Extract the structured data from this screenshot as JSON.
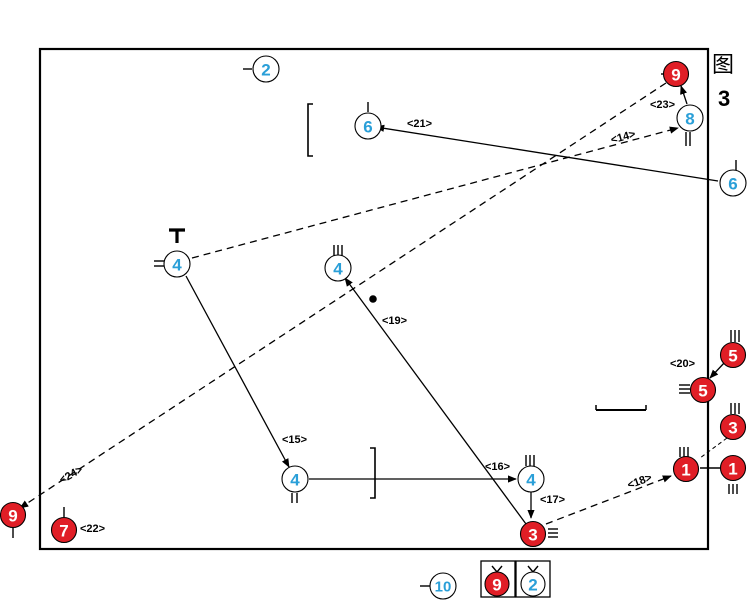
{
  "figure": {
    "title": "图",
    "number": "3"
  },
  "colors": {
    "blue_team": "#2a9fd8",
    "red_team": "#e01e26",
    "line": "#000000"
  },
  "players": {
    "b2_top": "2",
    "b6_mid": "6",
    "b8": "8",
    "b6_right": "6",
    "b4_left": "4",
    "b4_center": "4",
    "b4_low": "4",
    "b4_br": "4",
    "b10_bottom": "10",
    "b2_box": "2",
    "r9_top": "9",
    "r5_a": "5",
    "r5_b": "5",
    "r3_right": "3",
    "r1_a": "1",
    "r1_b": "1",
    "r3_bottom": "3",
    "r9_left": "9",
    "r7": "7",
    "r9_box": "9"
  },
  "labels": {
    "l14": "<14>",
    "l15": "<15>",
    "l16": "<16>",
    "l17": "<17>",
    "l18": "<18>",
    "l19": "<19>",
    "l20": "<20>",
    "l21": "<21>",
    "l22": "<22>",
    "l23": "<23>",
    "l24": "<24>"
  }
}
